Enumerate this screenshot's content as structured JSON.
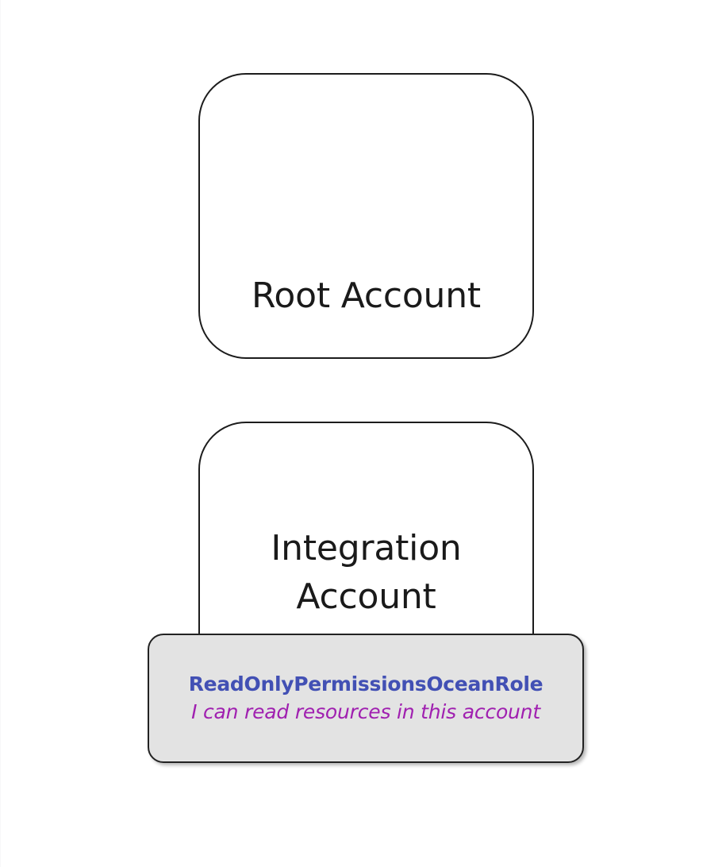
{
  "diagram": {
    "background_color": "#ffffff",
    "box_border_color": "#1c1c1c",
    "panel_fill_color": "#e3e3e3",
    "role_name_color": "#4250b4",
    "role_description_color": "#a020b0",
    "nodes": [
      {
        "id": "root-account",
        "label": "Root Account",
        "type": "account-container"
      },
      {
        "id": "integration-account",
        "label": "Integration\nAccount",
        "type": "account-container"
      }
    ],
    "role": {
      "name": "ReadOnlyPermissionsOceanRole",
      "description": "I can read resources in this account"
    }
  }
}
